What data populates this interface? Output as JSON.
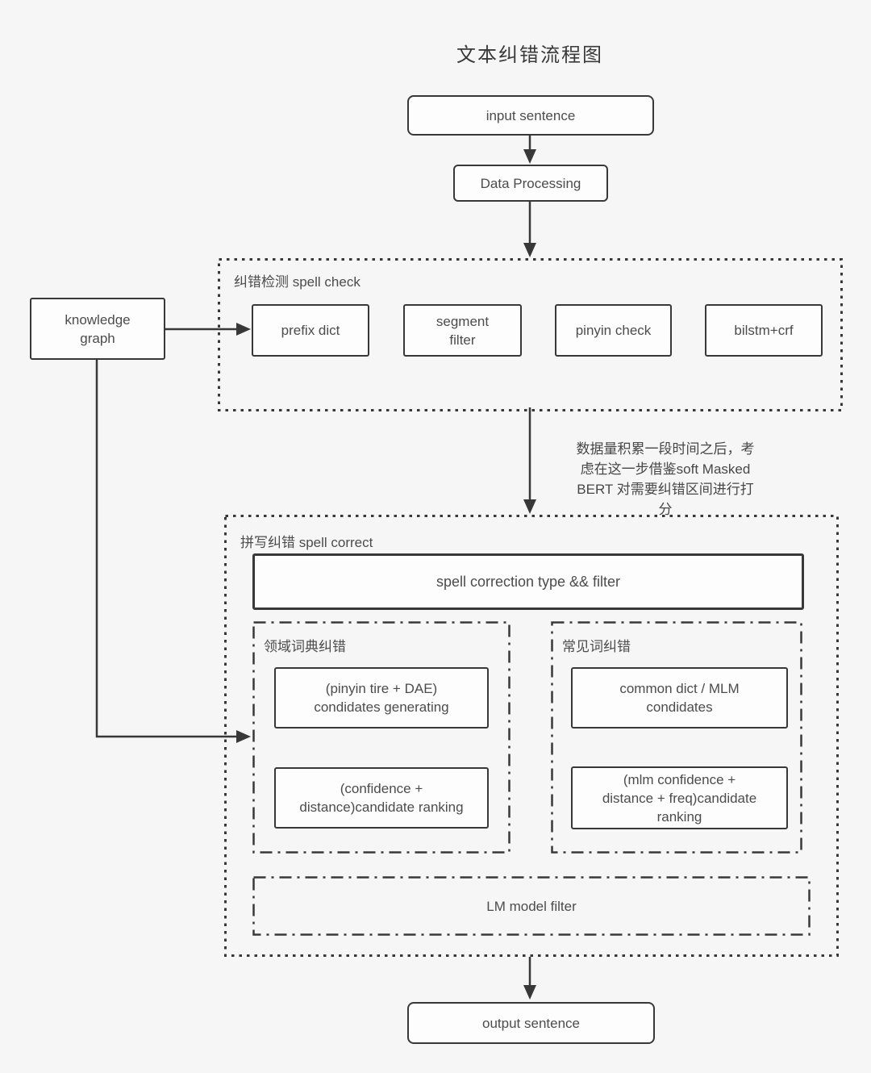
{
  "title": "文本纠错流程图",
  "colors": {
    "background": "#f6f6f6",
    "box_fill": "#fdfdfd",
    "line": "#383838",
    "text": "#4c4c4c"
  },
  "nodes": {
    "input": "input sentence",
    "data_processing": "Data Processing",
    "knowledge_graph": "knowledge\ngraph",
    "output": "output sentence"
  },
  "spell_check": {
    "label": "纠错检测 spell check",
    "boxes": [
      "prefix dict",
      "segment\nfilter",
      "pinyin check",
      "bilstm+crf"
    ]
  },
  "annotation": "数据量积累一段时间之后，考\n虑在这一步借鉴soft Masked\nBERT 对需要纠错区间进行打\n分",
  "spell_correct": {
    "label": "拼写纠错 spell correct",
    "type_filter": "spell correction type && filter",
    "domain_dict": {
      "label": "领域词典纠错",
      "generate": "(pinyin tire + DAE)\ncondidates generating",
      "rank": "(confidence +\ndistance)candidate ranking"
    },
    "common_word": {
      "label": "常见词纠错",
      "generate": "common dict / MLM\ncondidates",
      "rank": "(mlm confidence +\ndistance + freq)candidate\nranking"
    },
    "lm_filter": "LM model filter"
  },
  "edges": [
    {
      "from": "input sentence",
      "to": "Data Processing"
    },
    {
      "from": "Data Processing",
      "to": "纠错检测 spell check"
    },
    {
      "from": "knowledge graph",
      "to": "prefix dict"
    },
    {
      "from": "knowledge graph",
      "to": "拼写纠错 spell correct"
    },
    {
      "from": "纠错检测 spell check",
      "to": "拼写纠错 spell correct"
    },
    {
      "from": "拼写纠错 spell correct",
      "to": "output sentence"
    }
  ]
}
